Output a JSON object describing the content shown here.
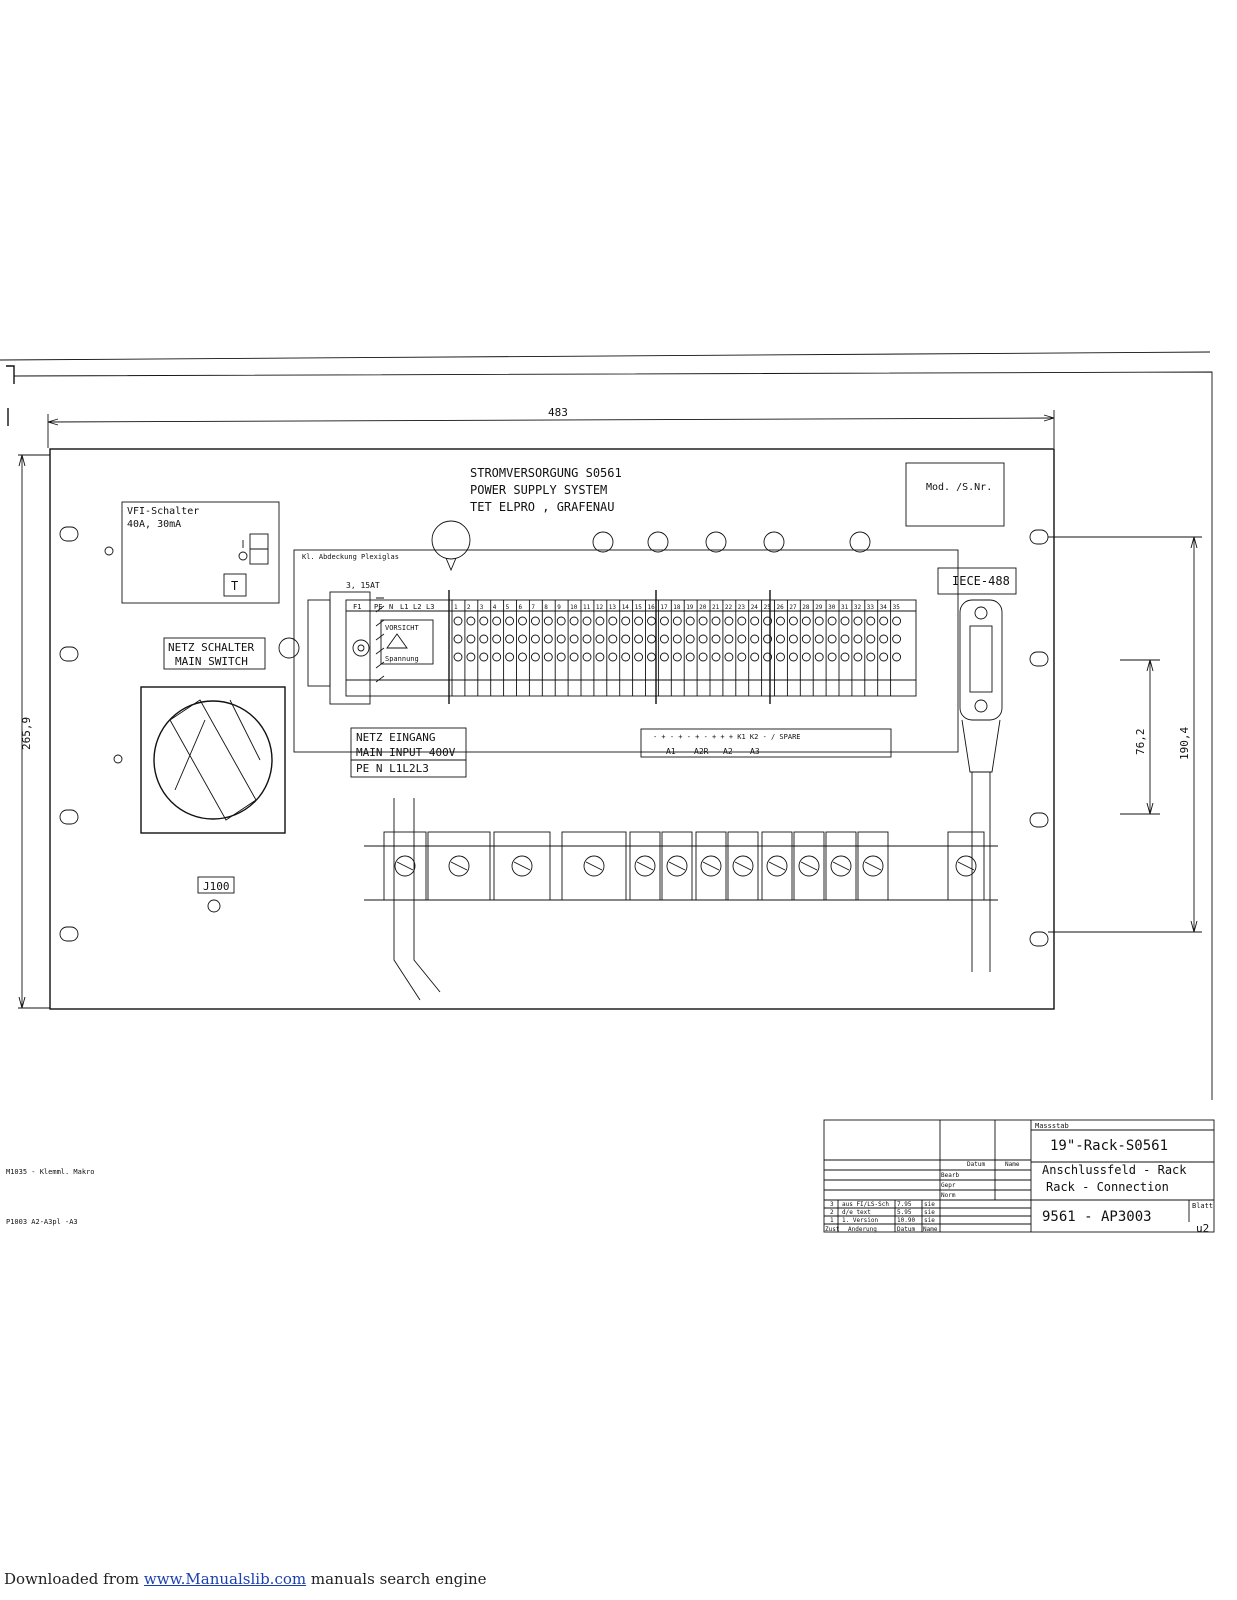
{
  "title_block_header": {
    "line1": "STROMVERSORGUNG S0561",
    "line2": "POWER SUPPLY SYSTEM",
    "line3": "TET ELPRO , GRAFENAU"
  },
  "mod_sn": "Mod. /S.Nr.",
  "dimensions": {
    "width": "483",
    "height": "265,9",
    "spacing1": "76,2",
    "spacing2": "190,4"
  },
  "vfi": {
    "line1": "VFI-Schalter",
    "line2": "40A, 30mA",
    "test_key": "T"
  },
  "main_switch": {
    "line1": "NETZ SCHALTER",
    "line2": "MAIN SWITCH"
  },
  "main_input": {
    "line1": "NETZ EINGANG",
    "line2": "MAIN INPUT 400V",
    "line3": "PE N L1L2L3"
  },
  "cover_label": "Kl. Abdeckung Plexiglas",
  "fuse_label": "3, 15AT",
  "terminal_heads": [
    "F1",
    "PE",
    "N",
    "L1",
    "L2",
    "L3"
  ],
  "terminal_numbers": [
    "1",
    "2",
    "3",
    "4",
    "5",
    "6",
    "7",
    "8",
    "9",
    "10",
    "11",
    "12",
    "13",
    "14",
    "15",
    "16",
    "17",
    "18",
    "19",
    "20",
    "21",
    "22",
    "23",
    "24",
    "25",
    "26",
    "27",
    "28",
    "29",
    "30",
    "31",
    "32",
    "33",
    "34",
    "35"
  ],
  "caution": {
    "line1": "VORSICHT",
    "line2": "Spannung"
  },
  "iece": "IECE-488",
  "j100": "J100",
  "signal_row": {
    "top": "- +    - +    - +    - +    + + K1 K2 - /  SPARE",
    "labels": [
      "A1",
      "A2R",
      "A2",
      "A3"
    ]
  },
  "left_notes": {
    "note1": "M1035 - Klemml. Makro",
    "note2": "P1003 A2-A3pl -A3"
  },
  "title_block": {
    "scale_label": "Massstab",
    "title1": "19\"-Rack-S0561",
    "title2": "Anschlussfeld - Rack",
    "title3": "Rack - Connection",
    "drawing_no": "9561 - AP3003",
    "sheet_label": "Blatt",
    "sheet_mark": "u2",
    "col_datum": "Datum",
    "col_name": "Name",
    "row_bearb": "Bearb",
    "row_gepr": "Gepr",
    "row_norm": "Norm",
    "revisions": [
      {
        "idx": "3",
        "text": "aus FI/LS-Sch",
        "date": "7.95",
        "name": "sie"
      },
      {
        "idx": "2",
        "text": "d/e text",
        "date": "5.95",
        "name": "sie"
      },
      {
        "idx": "1",
        "text": "1. Version",
        "date": "10.90",
        "name": "sie"
      }
    ],
    "rev_footer": {
      "zust": "Zust",
      "aend": "Anderung",
      "datum": "Datum",
      "name": "Name"
    }
  },
  "footer": {
    "prefix": "Downloaded from ",
    "link": "www.Manualslib.com",
    "suffix": " manuals search engine"
  }
}
